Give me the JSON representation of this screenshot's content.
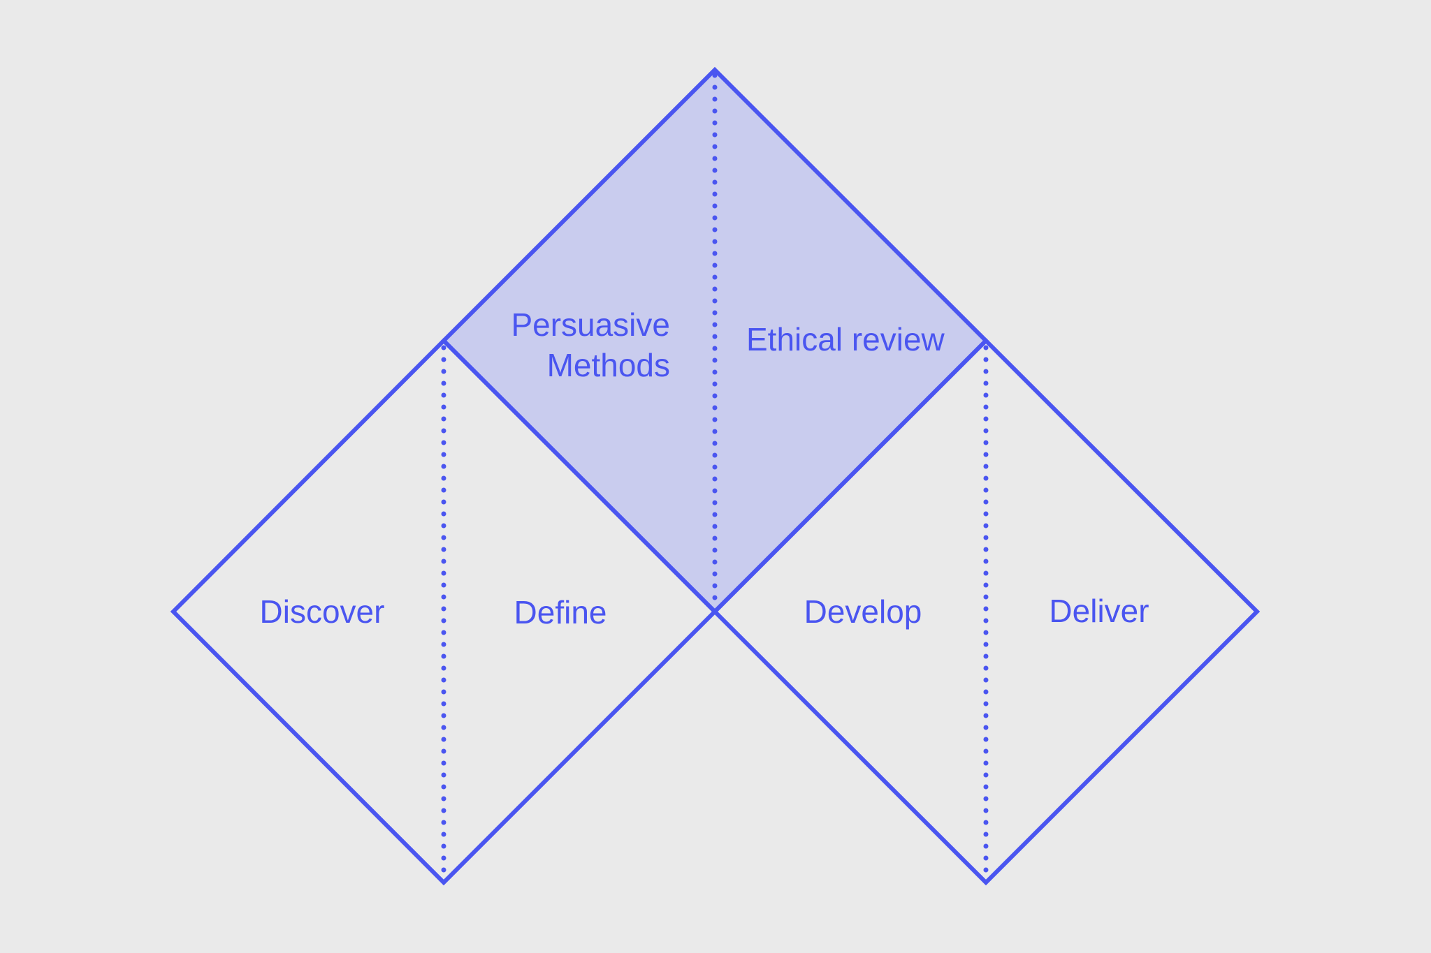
{
  "diagram": {
    "colors": {
      "background": "#eaeaea",
      "stroke": "#4a55f0",
      "text": "#4a55f0",
      "highlight_fill": "#c9ccee"
    },
    "labels": {
      "discover": "Discover",
      "define": "Define",
      "develop": "Develop",
      "deliver": "Deliver",
      "persuasive_line1": "Persuasive",
      "persuasive_line2": "Methods",
      "ethical_review": "Ethical review"
    }
  }
}
